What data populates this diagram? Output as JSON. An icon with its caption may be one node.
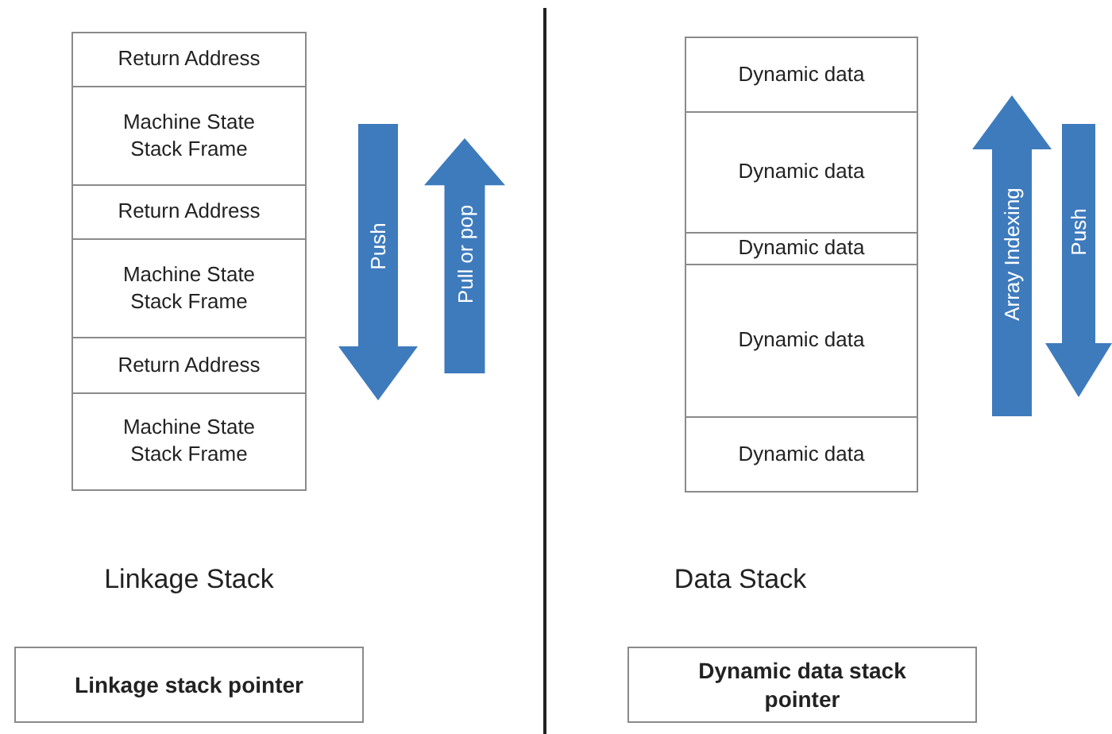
{
  "diagram": {
    "nodes": [
      {
        "text": [
          "Return Address"
        ]
      },
      {
        "text": [
          "Machine State Stack Frame"
        ]
      },
      {
        "text": [
          "Return Address"
        ]
      },
      {
        "text": [
          "Machine State Stack Frame"
        ]
      },
      {
        "text": [
          "Return Address"
        ]
      },
      {
        "text": [
          "Machine State Stack Frame"
        ]
      },
      {
        "text": [
          "Linkage stack pointer"
        ]
      },
      {
        "text": [
          "Dynamic data"
        ]
      },
      {
        "text": [
          "Dynamic data"
        ]
      },
      {
        "text": [
          "Dynamic data"
        ]
      },
      {
        "text": [
          "Dynamic data"
        ]
      },
      {
        "text": [
          "Dynamic data"
        ]
      },
      {
        "text": [
          "Dynamic data stack pointer"
        ]
      }
    ],
    "labels": [
      "Push",
      "Pull or pop",
      "Array Indexing",
      "Push",
      "Linkage Stack",
      "Data Stack"
    ]
  }
}
